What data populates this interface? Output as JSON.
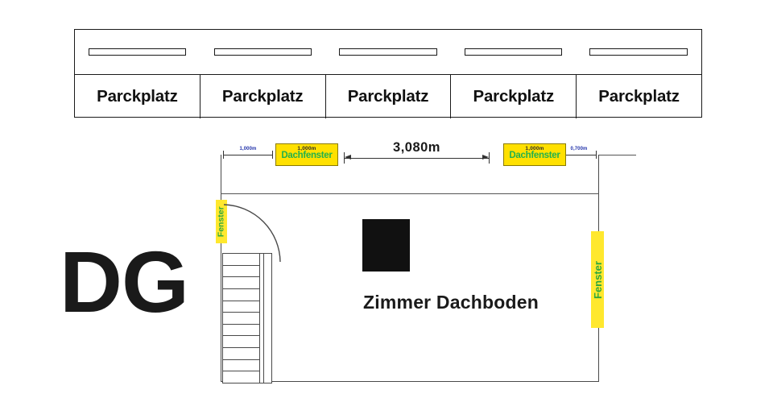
{
  "parking": {
    "bay_count": 5,
    "bays": [
      {
        "mark": "parking-stripe",
        "label": "Parckplatz"
      },
      {
        "mark": "parking-stripe",
        "label": "Parckplatz"
      },
      {
        "mark": "parking-stripe",
        "label": "Parckplatz"
      },
      {
        "mark": "parking-stripe",
        "label": "Parckplatz"
      },
      {
        "mark": "parking-stripe",
        "label": "Parckplatz"
      }
    ]
  },
  "floor": {
    "level_label": "DG",
    "room_name": "Zimmer Dachboden",
    "dimensions": {
      "main_span": "3,080m",
      "left_offset": "1,000m",
      "right_offset": "0,700m"
    },
    "roof_windows": [
      {
        "width": "1,000m",
        "label": "Dachfenster"
      },
      {
        "width": "1,000m",
        "label": "Dachfenster"
      }
    ],
    "windows": [
      {
        "label": "Fenster",
        "position": "left"
      },
      {
        "label": "Fenster",
        "position": "right"
      }
    ],
    "stair": {
      "step_count": 11,
      "name": "staircase"
    },
    "chimney": {
      "name": "chimney-block"
    }
  },
  "colors": {
    "highlight_yellow": "#FFE000",
    "window_green": "#22B14C",
    "dimension_blue": "#2233aa",
    "wall_gray": "#4a4a4a",
    "ink_black": "#111111"
  }
}
